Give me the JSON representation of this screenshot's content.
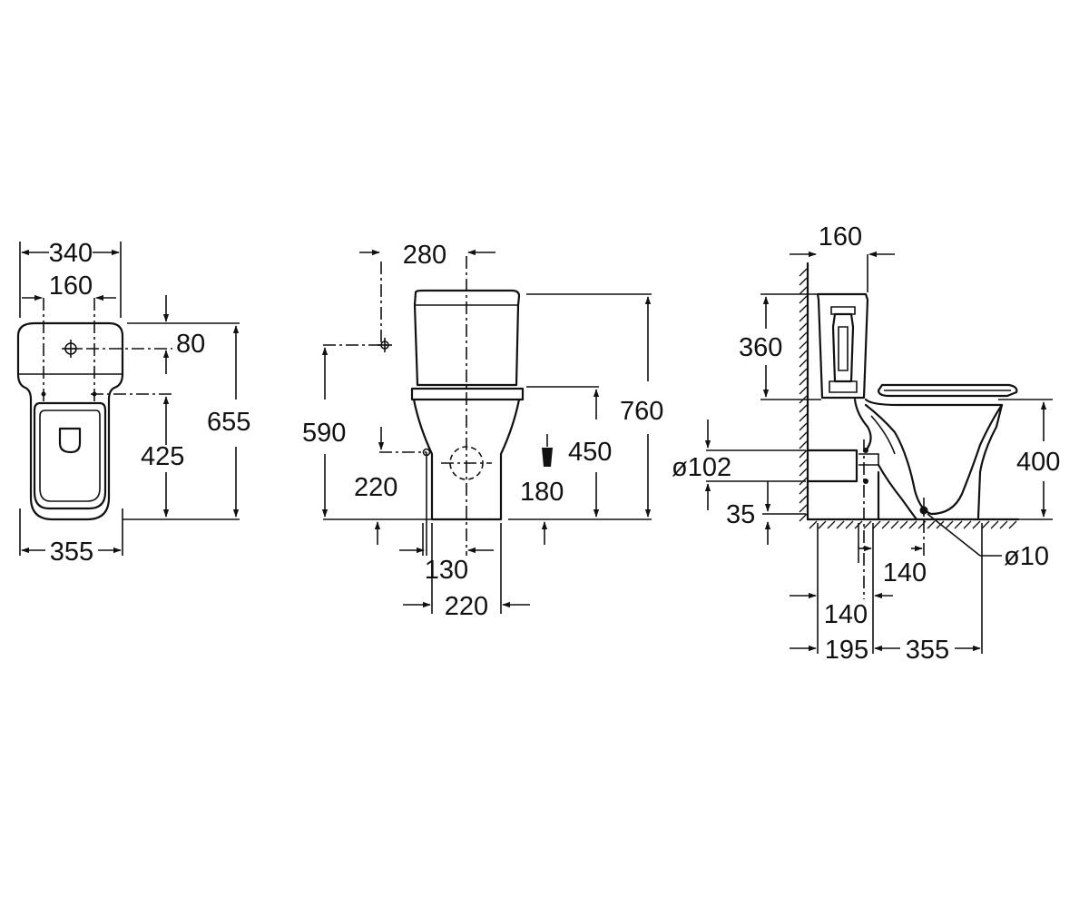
{
  "top_view": {
    "width_top": "340",
    "inlet_spacing": "160",
    "inlet_offset": "80",
    "depth": "655",
    "fixing_depth": "425",
    "width_bottom": "355"
  },
  "front_view": {
    "valve_offset": "280",
    "supply_height": "590",
    "total_height": "760",
    "rim_height": "450",
    "valve_height": "220",
    "fixing_height": "180",
    "outlet_offset": "130",
    "base_width": "220"
  },
  "side_view": {
    "cistern_depth": "160",
    "cistern_height": "360",
    "outlet_diameter": "ø102",
    "outlet_height_offset": "35",
    "seat_height": "400",
    "fixing_diameter": "ø10",
    "fixing_distance": "140",
    "outlet_distance": "140",
    "wall_offset": "195",
    "bowl_projection": "355"
  }
}
